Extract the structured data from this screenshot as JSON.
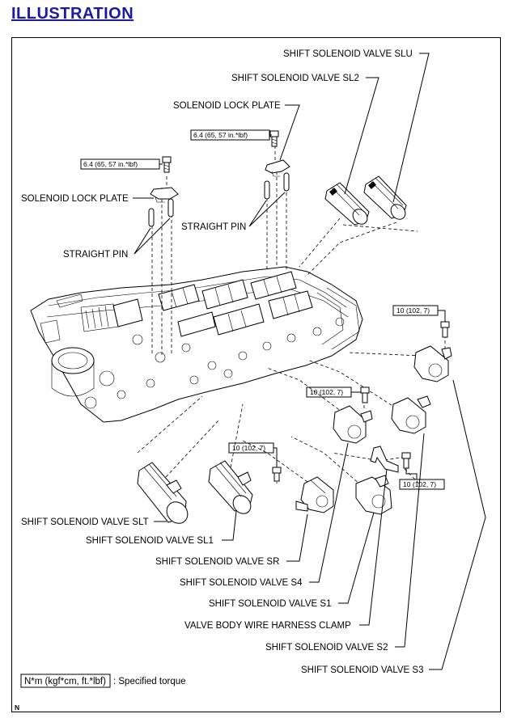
{
  "heading": "ILLUSTRATION",
  "labels": {
    "slu": "SHIFT SOLENOID VALVE SLU",
    "sl2": "SHIFT SOLENOID VALVE SL2",
    "lock_plate_right": "SOLENOID LOCK PLATE",
    "lock_plate_left": "SOLENOID LOCK PLATE",
    "pin_right": "STRAIGHT PIN",
    "pin_left": "STRAIGHT PIN",
    "slt": "SHIFT SOLENOID VALVE SLT",
    "sl1": "SHIFT SOLENOID VALVE SL1",
    "sr": "SHIFT SOLENOID VALVE SR",
    "s4": "SHIFT SOLENOID VALVE S4",
    "s1": "SHIFT SOLENOID VALVE S1",
    "clamp": "VALVE BODY WIRE HARNESS CLAMP",
    "s2": "SHIFT SOLENOID VALVE S2",
    "s3": "SHIFT SOLENOID VALVE S3"
  },
  "torque": {
    "t1": "6.4 (65, 57 in.*lbf)",
    "t2": "6.4 (65, 57 in.*lbf)",
    "t3": "10 (102, 7)",
    "t4": "10 (102, 7)",
    "t5": "10 (102, 7)",
    "t6": "10 (102, 7)"
  },
  "legend": {
    "box": "N*m (kgf*cm, ft.*lbf)",
    "text": ": Specified torque"
  },
  "corner_mark": "N"
}
